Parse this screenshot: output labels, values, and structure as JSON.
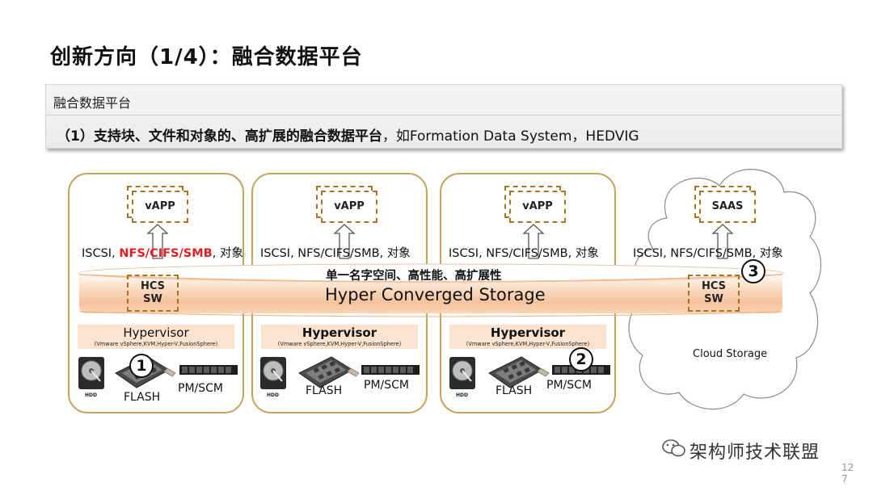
{
  "title": "创新方向（1/4）：融合数据平台",
  "banner": {
    "heading": "融合数据平台",
    "line_bold": "（1）支持块、文件和对象的、高扩展的融合数据平台",
    "line_rest": "，如Formation Data System，HEDVIG"
  },
  "columns": [
    {
      "app": "vAPP",
      "proto_plain_a": "ISCSI, ",
      "proto_red": "NFS/CIFS/SMB",
      "proto_plain_b": ", 对象",
      "hypervisor": "Hypervisor",
      "hypervisor_sub": "(Vmware vSphere,KVM,Hyper-V,FusionSphere)",
      "hdd": "HDD",
      "flash": "FLASH",
      "pm": "PM/SCM"
    },
    {
      "app": "vAPP",
      "proto": "ISCSI, NFS/CIFS/SMB, 对象",
      "hypervisor": "Hypervisor",
      "hypervisor_sub": "(Vmware vSphere,KVM,Hyper-V,FusionSphere)",
      "hdd": "HDD",
      "flash": "FLASH",
      "pm": "PM/SCM"
    },
    {
      "app": "vAPP",
      "proto": "ISCSI, NFS/CIFS/SMB, 对象",
      "hypervisor": "Hypervisor",
      "hypervisor_sub": "(Vmware vSphere,KVM,Hyper-V,FusionSphere)",
      "hdd": "HDD",
      "flash": "FLASH",
      "pm": "PM/SCM"
    }
  ],
  "cloud": {
    "app": "SAAS",
    "proto": "ISCSI, NFS/CIFS/SMB, 对象",
    "label": "Cloud Storage"
  },
  "band": {
    "heading": "单一名字空间、高性能、高扩展性",
    "text": "Hyper Converged Storage"
  },
  "hcs": {
    "left": "HCS\nSW",
    "right": "HCS\nSW"
  },
  "markers": [
    "1",
    "2",
    "3"
  ],
  "watermark": "架构师技术联盟",
  "page_number": "127",
  "colors": {
    "accent_border": "#c9a35d",
    "dashed": "#a8741f",
    "band": "#f7c8a3",
    "red": "#e02020"
  }
}
